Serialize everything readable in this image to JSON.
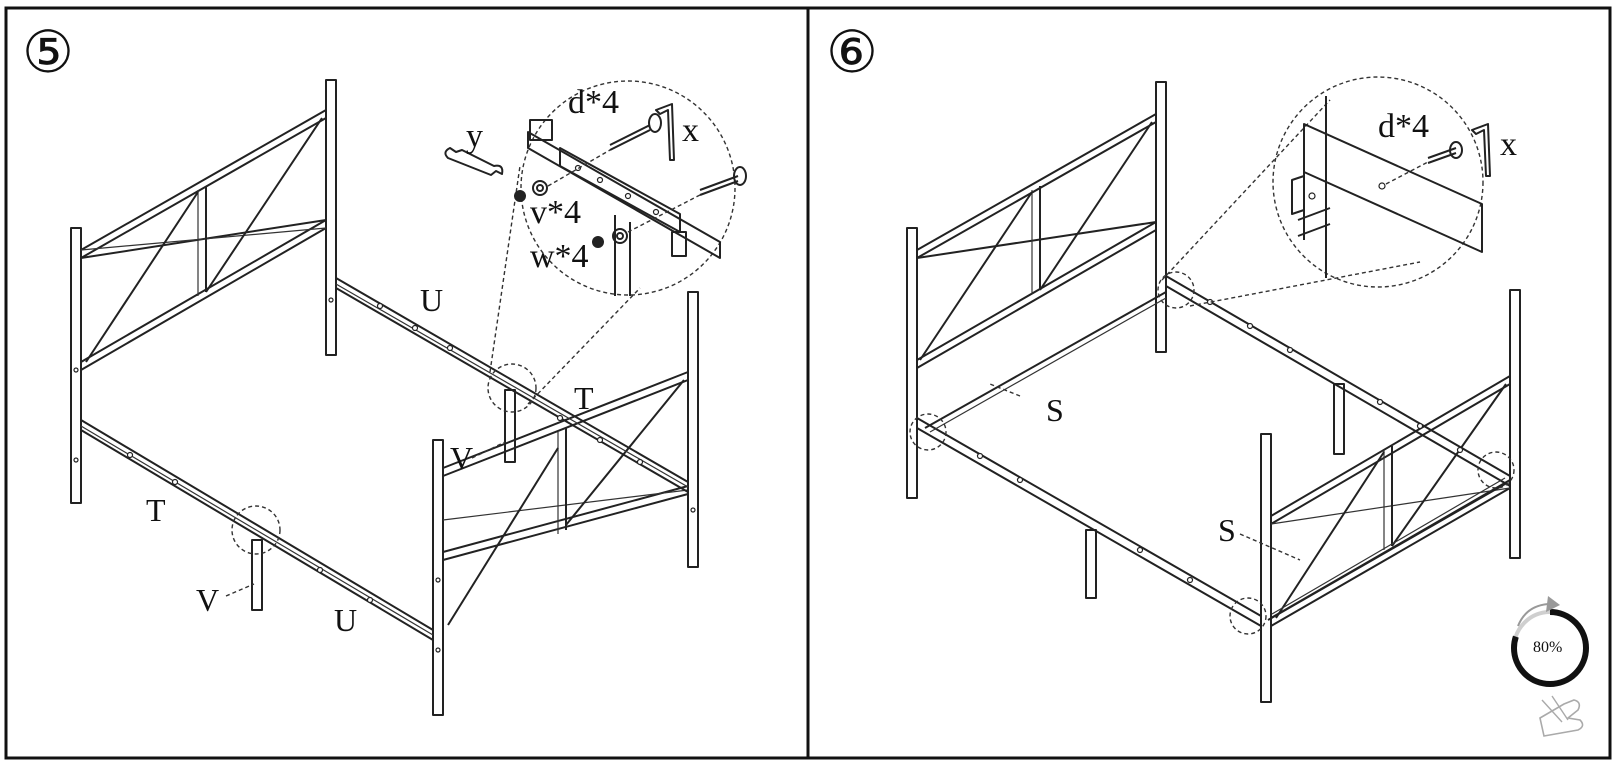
{
  "steps": [
    {
      "number": "⑤",
      "labels": {
        "y": "y",
        "x": "x",
        "d": "d*4",
        "v": "v*4",
        "w": "w*4",
        "u_back": "U",
        "t_back": "T",
        "v_back": "V",
        "t_front": "T",
        "v_front": "V",
        "u_front": "U"
      }
    },
    {
      "number": "⑥",
      "labels": {
        "d": "d*4",
        "x": "x",
        "s_back": "S",
        "s_front": "S"
      }
    }
  ],
  "progress": {
    "percent_text": "80%",
    "value": 0.8
  },
  "icons": [
    "wrench-icon",
    "hex-key-icon",
    "hand-icon",
    "refresh-arrow-icon"
  ]
}
